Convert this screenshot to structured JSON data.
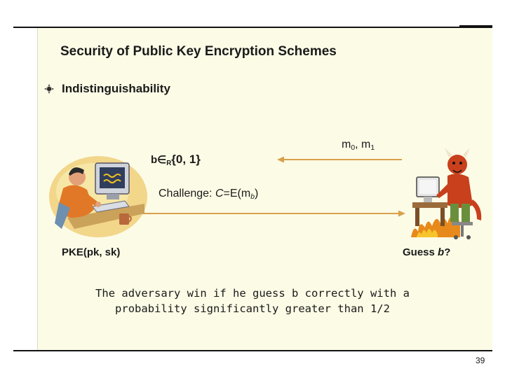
{
  "slide": {
    "title": "Security of Public Key Encryption Schemes",
    "bullet": "Indistinguishability",
    "random_bit": {
      "prefix": "b",
      "sym": "∈",
      "sub": "R",
      "suffix": "{0, 1}"
    },
    "messages": {
      "m": "m",
      "sub0": "0",
      "sep": ", m",
      "sub1": "1"
    },
    "challenge": {
      "label": "Challenge: ",
      "var": "C",
      "mid": "=E(m",
      "sub": "b",
      "close": ")"
    },
    "keypair": "PKE(pk, sk)",
    "guess": {
      "label": "Guess ",
      "var": "b",
      "q": "?"
    },
    "note": {
      "line1": "The adversary win if he guess b correctly with a",
      "line2": "probability  significantly greater than 1/2"
    },
    "page_number": "39"
  },
  "colors": {
    "panel_bg": "#fcfbe6",
    "arrow": "#d9a04a",
    "text": "#1a1a1a"
  },
  "icons": {
    "bullet": "diamond-flower-icon",
    "left_illustration": "user-at-computer-illustration",
    "right_illustration": "devil-adversary-illustration"
  }
}
